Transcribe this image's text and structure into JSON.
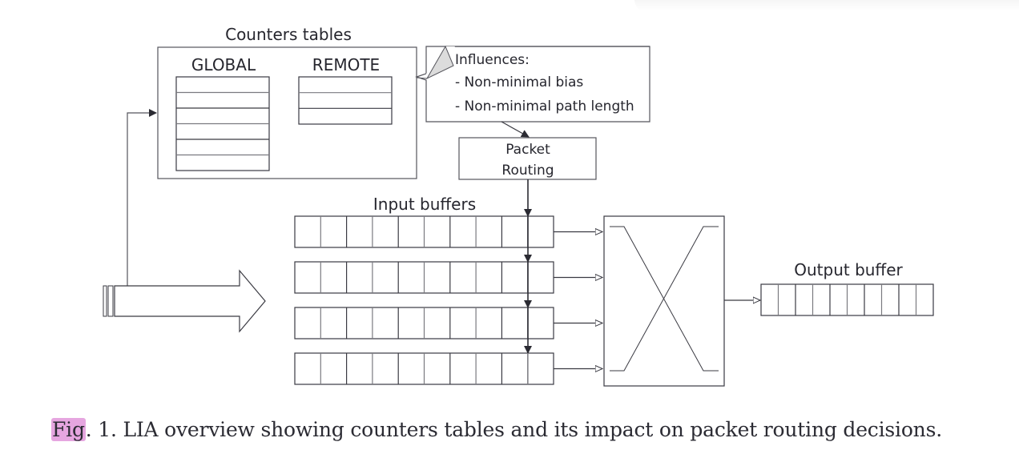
{
  "diagram": {
    "counters_title": "Counters tables",
    "global_label": "GLOBAL",
    "global_rows": 6,
    "remote_label": "REMOTE",
    "remote_rows": 3,
    "callout": {
      "title": "Influences:",
      "items": [
        "- Non-minimal bias",
        "- Non-minimal path length"
      ]
    },
    "routing_box": [
      "Packet",
      "Routing"
    ],
    "input_buffers_label": "Input buffers",
    "input_buffer_count": 4,
    "input_buffer_cells": 10,
    "output_buffer_label": "Output buffer",
    "output_buffer_cells": 10,
    "colors": {
      "stroke": "#3a3a42",
      "light_stroke": "#8a8a90",
      "callout_notch": "#dcdcdc",
      "highlight": "#e6a6e0"
    }
  },
  "caption": {
    "fig_ref": "Fig",
    "text": ". 1.  LIA overview showing counters tables and its impact on packet routing decisions."
  }
}
